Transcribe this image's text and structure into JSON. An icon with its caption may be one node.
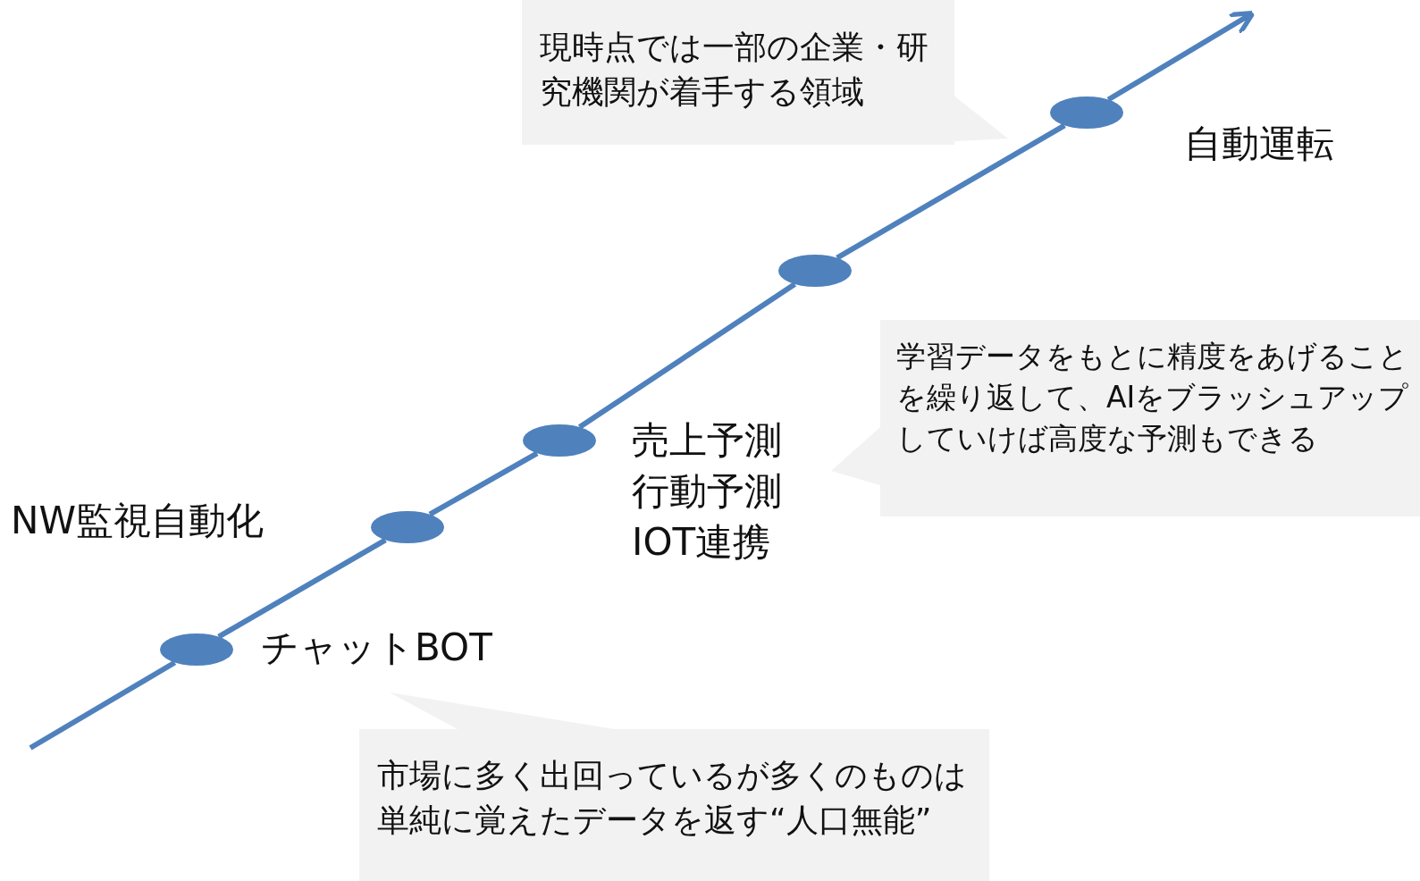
{
  "diagram": {
    "nodes": [
      {
        "text": [
          "現時点では一部の企業・研究機関が着手する領域"
        ]
      },
      {
        "text": [
          "学習データをもとに精度をあげることを繰り返して、AIをブラッシュアップしていけば高度な予測もできる"
        ]
      },
      {
        "text": [
          "市場に多く出回っているが多くのものは単純に覚えたデータを返す“人口無能”"
        ]
      },
      {
        "text": [],
        "shape": "circle",
        "beside": [
          "チャットBOT"
        ]
      },
      {
        "text": [],
        "shape": "circle",
        "beside": [
          "NW監視自動化"
        ]
      },
      {
        "text": [],
        "shape": "circle",
        "beside": [
          "売上予測",
          "行動予測",
          "IOT連携"
        ]
      },
      {
        "text": [],
        "shape": "circle"
      },
      {
        "text": [],
        "shape": "circle",
        "beside": [
          "自動運転"
        ]
      }
    ],
    "edges": [
      {
        "from": null,
        "to": 3,
        "arrow": "none"
      },
      {
        "from": 3,
        "to": 4,
        "arrow": "none"
      },
      {
        "from": 4,
        "to": 5,
        "arrow": "none"
      },
      {
        "from": 5,
        "to": 6,
        "arrow": "none"
      },
      {
        "from": 6,
        "to": 7,
        "arrow": "none"
      },
      {
        "from": 7,
        "to": null,
        "arrow": "to"
      }
    ]
  }
}
